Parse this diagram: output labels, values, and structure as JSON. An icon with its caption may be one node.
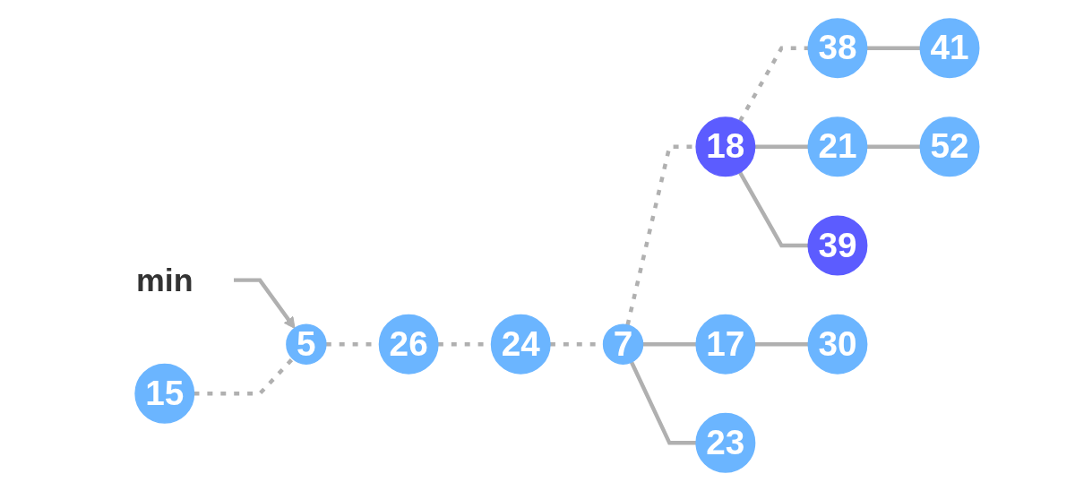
{
  "diagram": {
    "nodes": [
      {
        "text": [
          "min"
        ]
      },
      {
        "text": [
          "15"
        ]
      },
      {
        "text": [
          "5"
        ]
      },
      {
        "text": [
          "26"
        ]
      },
      {
        "text": [
          "24"
        ]
      },
      {
        "text": [
          "7"
        ]
      },
      {
        "text": [
          "18"
        ]
      },
      {
        "text": [
          "38"
        ]
      },
      {
        "text": [
          "17"
        ]
      },
      {
        "text": [
          "23"
        ]
      },
      {
        "text": [
          "21"
        ]
      },
      {
        "text": [
          "39"
        ]
      },
      {
        "text": [
          "41"
        ]
      },
      {
        "text": [
          "30"
        ]
      },
      {
        "text": [
          "52"
        ]
      }
    ],
    "edges": [
      {
        "from": 0,
        "to": 2,
        "arrow": "to"
      },
      {
        "from": 1,
        "to": 2,
        "arrow": "none",
        "style": "dashed"
      },
      {
        "from": 2,
        "to": 3,
        "arrow": "none",
        "style": "dashed"
      },
      {
        "from": 3,
        "to": 4,
        "arrow": "none",
        "style": "dashed"
      },
      {
        "from": 4,
        "to": 5,
        "arrow": "none",
        "style": "dashed"
      },
      {
        "from": 5,
        "to": 6,
        "arrow": "none",
        "style": "dashed"
      },
      {
        "from": 6,
        "to": 7,
        "arrow": "none",
        "style": "dashed"
      },
      {
        "from": 5,
        "to": 8,
        "arrow": "none"
      },
      {
        "from": 5,
        "to": 9,
        "arrow": "none"
      },
      {
        "from": 8,
        "to": 13,
        "arrow": "none"
      },
      {
        "from": 6,
        "to": 10,
        "arrow": "none"
      },
      {
        "from": 6,
        "to": 11,
        "arrow": "none"
      },
      {
        "from": 10,
        "to": 14,
        "arrow": "none"
      },
      {
        "from": 7,
        "to": 12,
        "arrow": "none"
      }
    ]
  }
}
